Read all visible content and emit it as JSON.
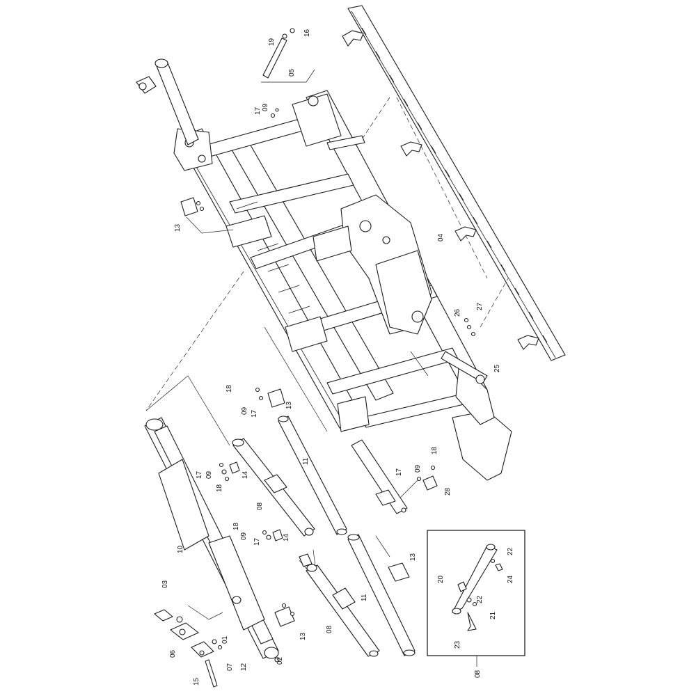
{
  "callouts": {
    "c01": "01",
    "c02": "02",
    "c03": "03",
    "c04": "04",
    "c05": "05",
    "c06": "06",
    "c07": "07",
    "c08a": "08",
    "c08b": "08",
    "c08c": "08",
    "c09a": "09",
    "c09b": "09",
    "c09c": "09",
    "c09d": "09",
    "c09e": "09",
    "c10": "10",
    "c11a": "11",
    "c11b": "11",
    "c12": "12",
    "c13a": "13",
    "c13b": "13",
    "c13c": "13",
    "c13d": "13",
    "c14a": "14",
    "c14b": "14",
    "c15": "15",
    "c16": "16",
    "c17a": "17",
    "c17b": "17",
    "c17c": "17",
    "c17d": "17",
    "c17e": "17",
    "c18a": "18",
    "c18b": "18",
    "c18c": "18",
    "c18d": "18",
    "c19": "19",
    "c20": "20",
    "c21": "21",
    "c22a": "22",
    "c22b": "22",
    "c23": "23",
    "c24": "24",
    "c25": "25",
    "c26": "26",
    "c27": "27",
    "c28": "28"
  }
}
